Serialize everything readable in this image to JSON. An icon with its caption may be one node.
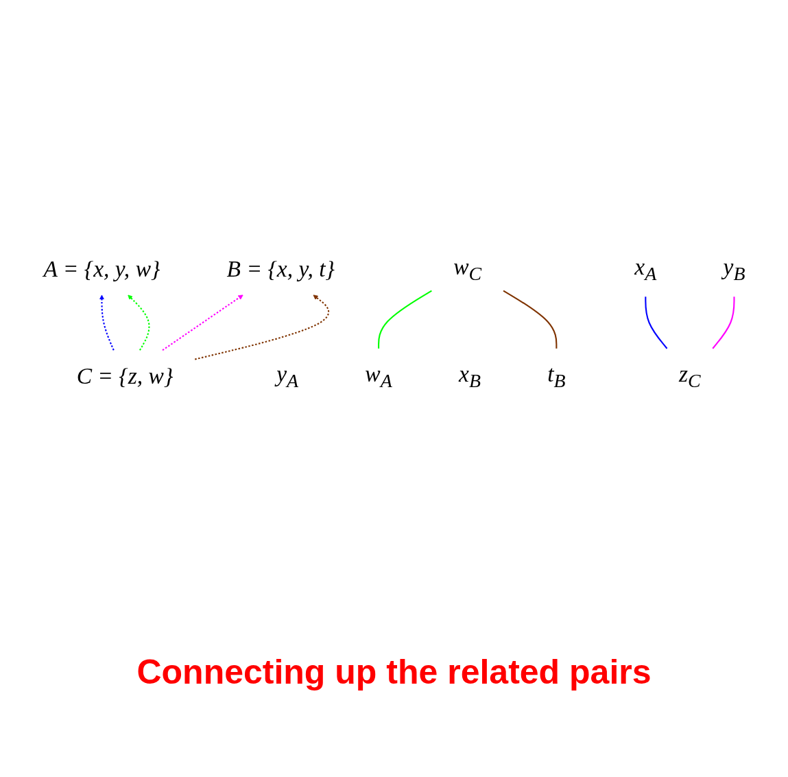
{
  "diagram": {
    "caption": "Connecting up the related pairs",
    "nodes": [
      {
        "text": [
          "A = {x, y, w}"
        ]
      },
      {
        "text": [
          "B = {x, y, t}"
        ]
      },
      {
        "text": [
          "C = {z, w}"
        ]
      },
      {
        "text": [
          "w$_{C}$"
        ]
      },
      {
        "text": [
          "x$_{A}$"
        ]
      },
      {
        "text": [
          "y$_{A}$"
        ]
      },
      {
        "text": [
          "w$_{A}$"
        ]
      },
      {
        "text": [
          "x$_{B}$"
        ]
      },
      {
        "text": [
          "y$_{B}$"
        ]
      },
      {
        "text": [
          "t$_{B}$"
        ]
      },
      {
        "text": [
          "z$_{C}$"
        ]
      }
    ],
    "edges": [
      {
        "from": 2,
        "to": 0,
        "arrow": "to",
        "style": "dashed",
        "color": "#0000ff"
      },
      {
        "from": 2,
        "to": 0,
        "arrow": "to",
        "style": "dashed",
        "color": "#00ff00"
      },
      {
        "from": 2,
        "to": 1,
        "arrow": "to",
        "style": "dashed",
        "color": "#ff00ff"
      },
      {
        "from": 2,
        "to": 1,
        "arrow": "to",
        "style": "dashed",
        "color": "#7f3300"
      },
      {
        "from": 10,
        "to": 4,
        "arrow": "none",
        "color": "#0000ff"
      },
      {
        "from": 10,
        "to": 8,
        "arrow": "none",
        "color": "#ff00ff"
      },
      {
        "from": 6,
        "to": 3,
        "arrow": "none",
        "color": "#00ff00"
      },
      {
        "from": 9,
        "to": 3,
        "arrow": "none",
        "color": "#7f3300"
      }
    ]
  }
}
